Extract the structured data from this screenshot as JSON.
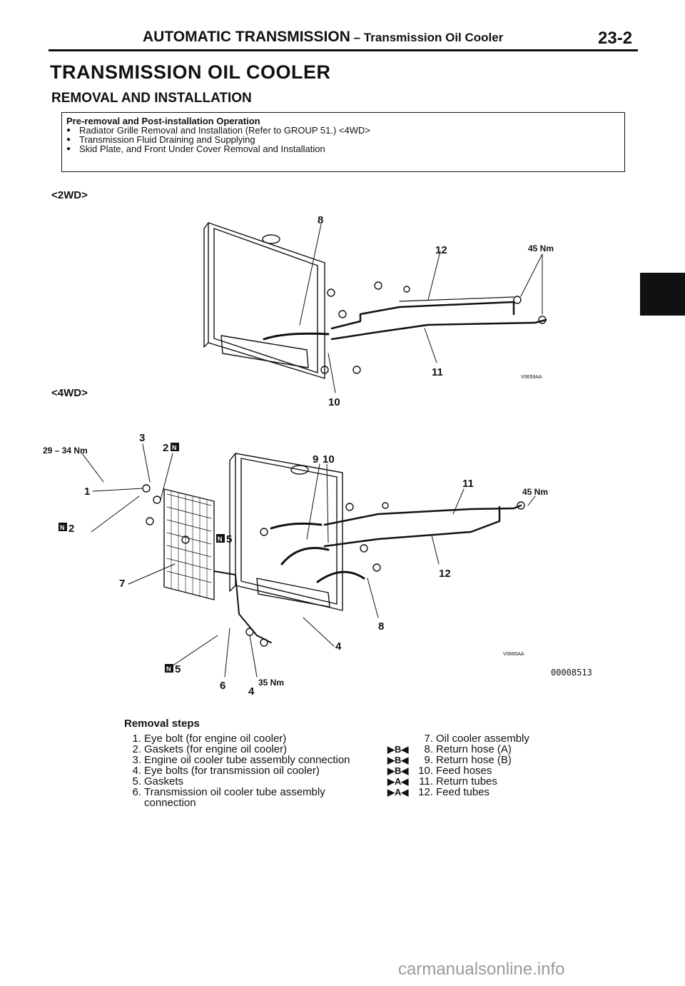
{
  "header": {
    "title": "AUTOMATIC TRANSMISSION",
    "separator": " – ",
    "subtitle": "Transmission Oil Cooler",
    "page_number": "23-2"
  },
  "title": "TRANSMISSION OIL COOLER",
  "section": "REMOVAL AND INSTALLATION",
  "pre_box": {
    "heading": "Pre-removal and Post-installation Operation",
    "items": [
      "Radiator Grille Removal and Installation (Refer to GROUP 51.) <4WD>",
      "Transmission Fluid Draining and Supplying",
      "Skid Plate, and Front Under Cover Removal and Installation"
    ]
  },
  "variants": {
    "twd": "<2WD>",
    "fwd": "<4WD>"
  },
  "figure_2wd": {
    "labels": {
      "l8": "8",
      "l12": "12",
      "l11": "11",
      "l10": "10",
      "torque": "45 Nm"
    },
    "code": "V0659AA"
  },
  "figure_4wd": {
    "labels": {
      "torque_29_34": "29 – 34 Nm",
      "l3": "3",
      "l2n": "2",
      "l1": "1",
      "n2": "2",
      "l9": "9",
      "l10": "10",
      "l11": "11",
      "torque45": "45 Nm",
      "l7": "7",
      "n5a": "5",
      "l12": "12",
      "l8": "8",
      "l4a": "4",
      "n5b": "5",
      "l6": "6",
      "l4b": "4",
      "torque35": "35 Nm"
    },
    "code": "V0660AA",
    "figure_id": "00008513"
  },
  "removal_steps": {
    "heading": "Removal steps",
    "left": [
      {
        "n": "1.",
        "text": "Eye bolt (for engine oil cooler)"
      },
      {
        "n": "2.",
        "text": "Gaskets (for engine oil cooler)"
      },
      {
        "n": "3.",
        "text": "Engine oil cooler tube assembly connection"
      },
      {
        "n": "4.",
        "text": "Eye bolts (for transmission oil cooler)"
      },
      {
        "n": "5.",
        "text": "Gaskets"
      },
      {
        "n": "6.",
        "text": "Transmission oil cooler tube assembly connection"
      }
    ],
    "right": [
      {
        "mark": "",
        "n": "7.",
        "text": "Oil cooler assembly"
      },
      {
        "mark": "▶B◀",
        "n": "8.",
        "text": "Return hose (A)"
      },
      {
        "mark": "▶B◀",
        "n": "9.",
        "text": "Return hose (B)"
      },
      {
        "mark": "▶B◀",
        "n": "10.",
        "text": "Feed hoses"
      },
      {
        "mark": "▶A◀",
        "n": "11.",
        "text": "Return tubes"
      },
      {
        "mark": "▶A◀",
        "n": "12.",
        "text": "Feed tubes"
      }
    ]
  },
  "watermark": "carmanualsonline.info"
}
